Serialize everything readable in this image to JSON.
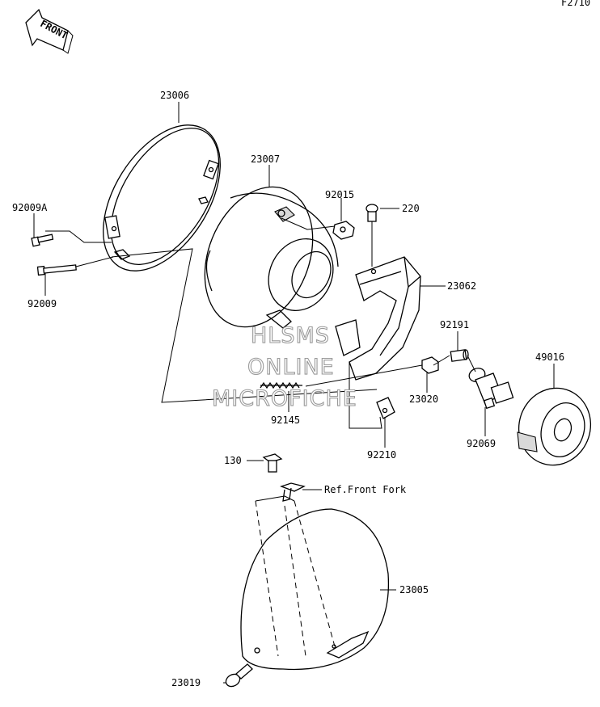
{
  "figure_code": "F2710",
  "front_badge": "FRONT",
  "watermark": [
    "HLSMS",
    "ONLINE",
    "MICROFICHE"
  ],
  "parts": {
    "p23006": "23006",
    "p23007": "23007",
    "p92015": "92015",
    "p220": "220",
    "p92009A": "92009A",
    "p92009": "92009",
    "p23062": "23062",
    "p92191": "92191",
    "p49016": "49016",
    "p23020": "23020",
    "p92145": "92145",
    "p92210": "92210",
    "p92069": "92069",
    "p130": "130",
    "ref_front_fork": "Ref.Front Fork",
    "p23005": "23005",
    "p23019": "23019"
  }
}
